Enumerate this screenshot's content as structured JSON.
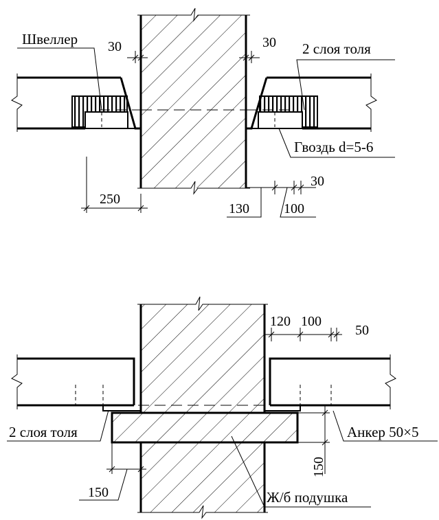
{
  "top_detail": {
    "labels": {
      "channel": "Швеллер",
      "roofing_felt": "2 слоя толя",
      "nail": "Гвоздь d=5-6"
    },
    "dimensions": {
      "gap_left": "30",
      "gap_right": "30",
      "support_length": "250",
      "offset_130": "130",
      "offset_100": "100",
      "offset_30": "30"
    }
  },
  "bottom_detail": {
    "labels": {
      "roofing_felt": "2 слоя толя",
      "anchor": "Анкер 50×5",
      "pad": "Ж/б подушка"
    },
    "dimensions": {
      "d120": "120",
      "d100": "100",
      "d50": "50",
      "pad_height": "150",
      "pad_overhang": "150"
    }
  },
  "colors": {
    "line": "#000000",
    "background": "#ffffff"
  }
}
